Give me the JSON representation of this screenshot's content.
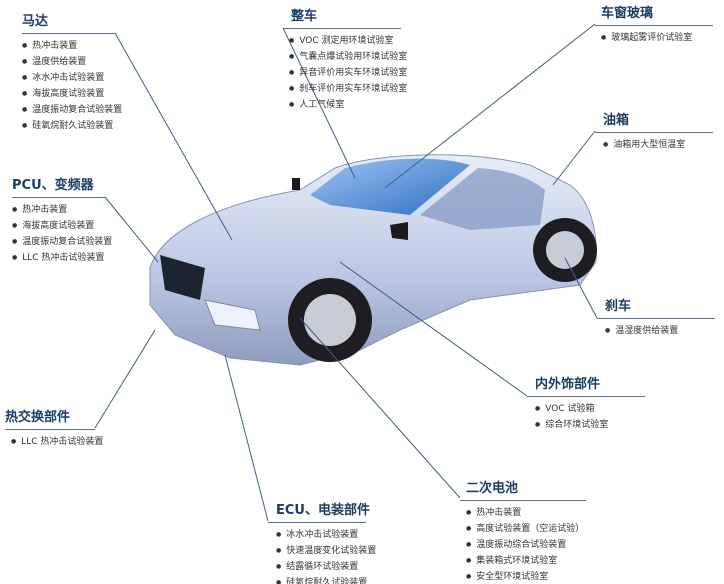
{
  "groups": {
    "motor": {
      "title": "马达",
      "items": [
        "热冲击装置",
        "温度供给装置",
        "冰水冲击试验装置",
        "海拔高度试验装置",
        "温度振动复合试验装置",
        "硅氧烷耐久试验装置"
      ]
    },
    "vehicle": {
      "title": "整车",
      "items": [
        "VOC 测定用环境试验室",
        "气囊点爆试验用环境试验室",
        "异音评价用实车环境试验室",
        "刹车评价用实车环境试验室",
        "人工气候室"
      ]
    },
    "glass": {
      "title": "车窗玻璃",
      "items": [
        "玻璃起雾评价试验室"
      ]
    },
    "tank": {
      "title": "油箱",
      "items": [
        "油箱用大型恒温室"
      ]
    },
    "pcu": {
      "title": "PCU、变频器",
      "items": [
        "热冲击装置",
        "海拔高度试验装置",
        "温度振动复合试验装置",
        "LLC 热冲击试验装置"
      ]
    },
    "brake": {
      "title": "刹车",
      "items": [
        "温湿度供给装置"
      ]
    },
    "interior": {
      "title": "内外饰部件",
      "items": [
        "VOC 试验箱",
        "综合环境试验室"
      ]
    },
    "heat": {
      "title": "热交换部件",
      "items": [
        "LLC 热冲击试验装置"
      ]
    },
    "ecu": {
      "title": "ECU、电装部件",
      "items": [
        "冰水冲击试验装置",
        "快速温度变化试验装置",
        "结露循环试验装置",
        "硅氧烷耐久试验装置"
      ]
    },
    "battery": {
      "title": "二次电池",
      "items": [
        "热冲击装置",
        "高度试验装置（空运试验）",
        "温度振动综合试验装置",
        "集装箱式环境试验室",
        "安全型环境试验室"
      ]
    }
  },
  "colors": {
    "title": "#1f3d63",
    "line": "#3d5f85",
    "car": "#c9d3ea"
  }
}
